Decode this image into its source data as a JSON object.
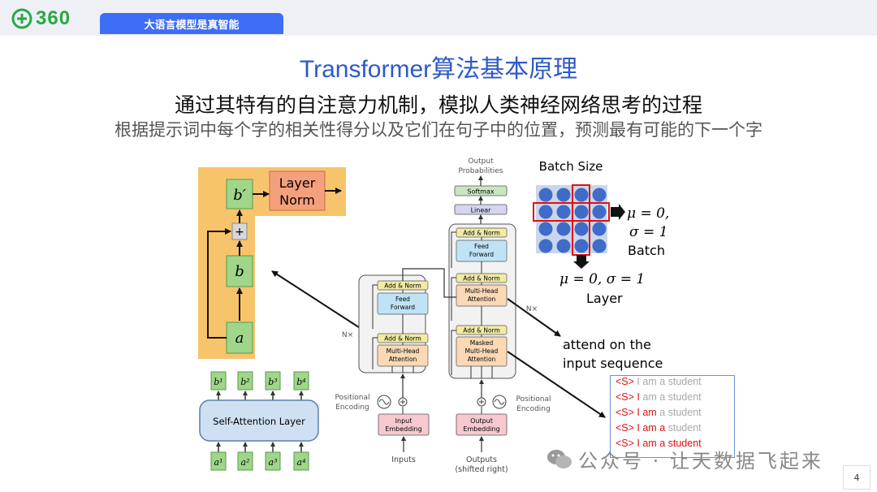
{
  "header": {
    "logo_text": "360",
    "tab_label": "大语言模型是真智能"
  },
  "slide": {
    "title": "Transformer算法基本原理",
    "subtitle": "通过其特有的自注意力机制，模拟人类神经网络思考的过程",
    "subtitle2": "根据提示词中每个字的相关性得分以及它们在句子中的位置，预测最有可能的下一个字",
    "page_number": "4"
  },
  "residual": {
    "b_prime": "b′",
    "layer_norm_line1": "Layer",
    "layer_norm_line2": "Norm",
    "plus": "+",
    "b": "b",
    "dots": "⋮",
    "a": "a"
  },
  "self_attention": {
    "label": "Self-Attention Layer",
    "outputs": [
      "b¹",
      "b²",
      "b³",
      "b⁴"
    ],
    "inputs": [
      "a¹",
      "a²",
      "a³",
      "a⁴"
    ]
  },
  "transformer": {
    "output_probabilities_line1": "Output",
    "output_probabilities_line2": "Probabilities",
    "softmax": "Softmax",
    "linear": "Linear",
    "add_norm": "Add & Norm",
    "feed_forward_line1": "Feed",
    "feed_forward_line2": "Forward",
    "multi_head_line1": "Multi-Head",
    "multi_head_line2": "Attention",
    "masked_line1": "Masked",
    "masked_line2": "Multi-Head",
    "masked_line3": "Attention",
    "nx": "N×",
    "positional_line1": "Positional",
    "positional_line2": "Encoding",
    "input_embedding_line1": "Input",
    "input_embedding_line2": "Embedding",
    "output_embedding_line1": "Output",
    "output_embedding_line2": "Embedding",
    "inputs": "Inputs",
    "outputs_line1": "Outputs",
    "outputs_line2": "(shifted right)"
  },
  "norm": {
    "batch_size": "Batch Size",
    "mu_batch": "μ = 0,",
    "sigma_batch": "σ = 1",
    "batch": "Batch",
    "mu_sigma_layer": "μ = 0, σ = 1",
    "layer": "Layer"
  },
  "attend": {
    "line1": "attend on the",
    "line2": "input sequence"
  },
  "sequence_rows": [
    {
      "red": "<S>",
      "gray": " I am a student"
    },
    {
      "red": "<S> I",
      "gray": " am a student"
    },
    {
      "red": "<S> I am",
      "gray": " a student"
    },
    {
      "red": "<S> I am a",
      "gray": " student"
    },
    {
      "red": "<S> I am a student",
      "gray": ""
    }
  ],
  "watermark": "公众号 · 让天数据飞起来",
  "colors": {
    "brand_green": "#2aa845",
    "tab_blue": "#3d6ef5",
    "title_blue": "#2e59c9",
    "highlight_orange": "#f7c46c",
    "sequence_red": "#e01010"
  }
}
